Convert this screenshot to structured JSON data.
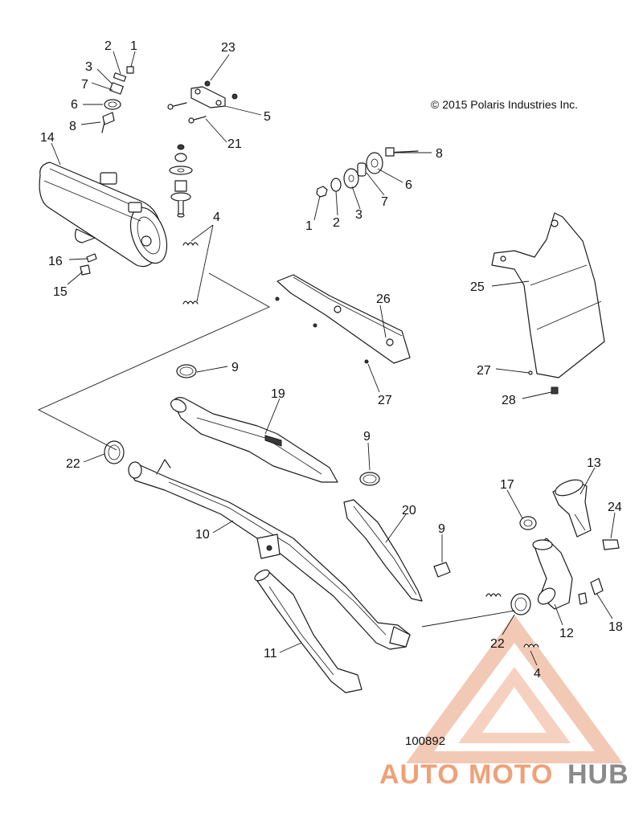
{
  "copyright": "© 2015 Polaris Industries Inc.",
  "reference_number": "100892",
  "watermark": {
    "text_part1": "AUTO",
    "text_part2": "MOTO",
    "text_part3": "HUB",
    "color_primary": "#e8a07a",
    "color_secondary": "#f4b89a",
    "color_dark": "#8a8a8a"
  },
  "callouts": {
    "c1a": "1",
    "c2a": "2",
    "c3a": "3",
    "c7a": "7",
    "c6a": "6",
    "c8a": "8",
    "c23": "23",
    "c5": "5",
    "c21": "21",
    "c14": "14",
    "c4a": "4",
    "c16": "16",
    "c15": "15",
    "c8b": "8",
    "c6b": "6",
    "c7b": "7",
    "c3b": "3",
    "c2b": "2",
    "c1b": "1",
    "c25": "25",
    "c26": "26",
    "c27a": "27",
    "c27b": "27",
    "c28": "28",
    "c9a": "9",
    "c19": "19",
    "c9b": "9",
    "c22a": "22",
    "c10": "10",
    "c20": "20",
    "c9c": "9",
    "c17": "17",
    "c13": "13",
    "c24": "24",
    "c11": "11",
    "c12": "12",
    "c18": "18",
    "c22b": "22",
    "c4b": "4"
  }
}
